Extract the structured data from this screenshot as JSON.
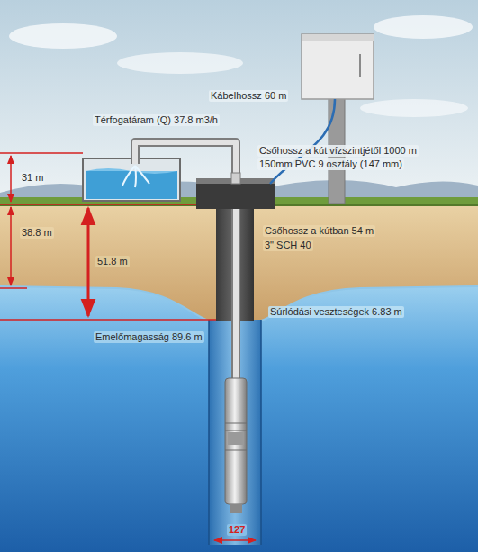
{
  "diagram": {
    "labels": [
      "Kábelhossz 60 m",
      "Térfogatáram (Q) 37.8 m3/h",
      "Csőhossz a kút vízszintjétől 1000 m",
      "150mm PVC 9 osztály (147 mm)",
      "31 m",
      "38.8 m",
      "51.8 m",
      "Csőhossz a kútban 54 m",
      "3\" SCH 40",
      "Súrlódási veszteségek 6.83 m",
      "Emelőmagasság 89.6 m",
      "127"
    ]
  }
}
